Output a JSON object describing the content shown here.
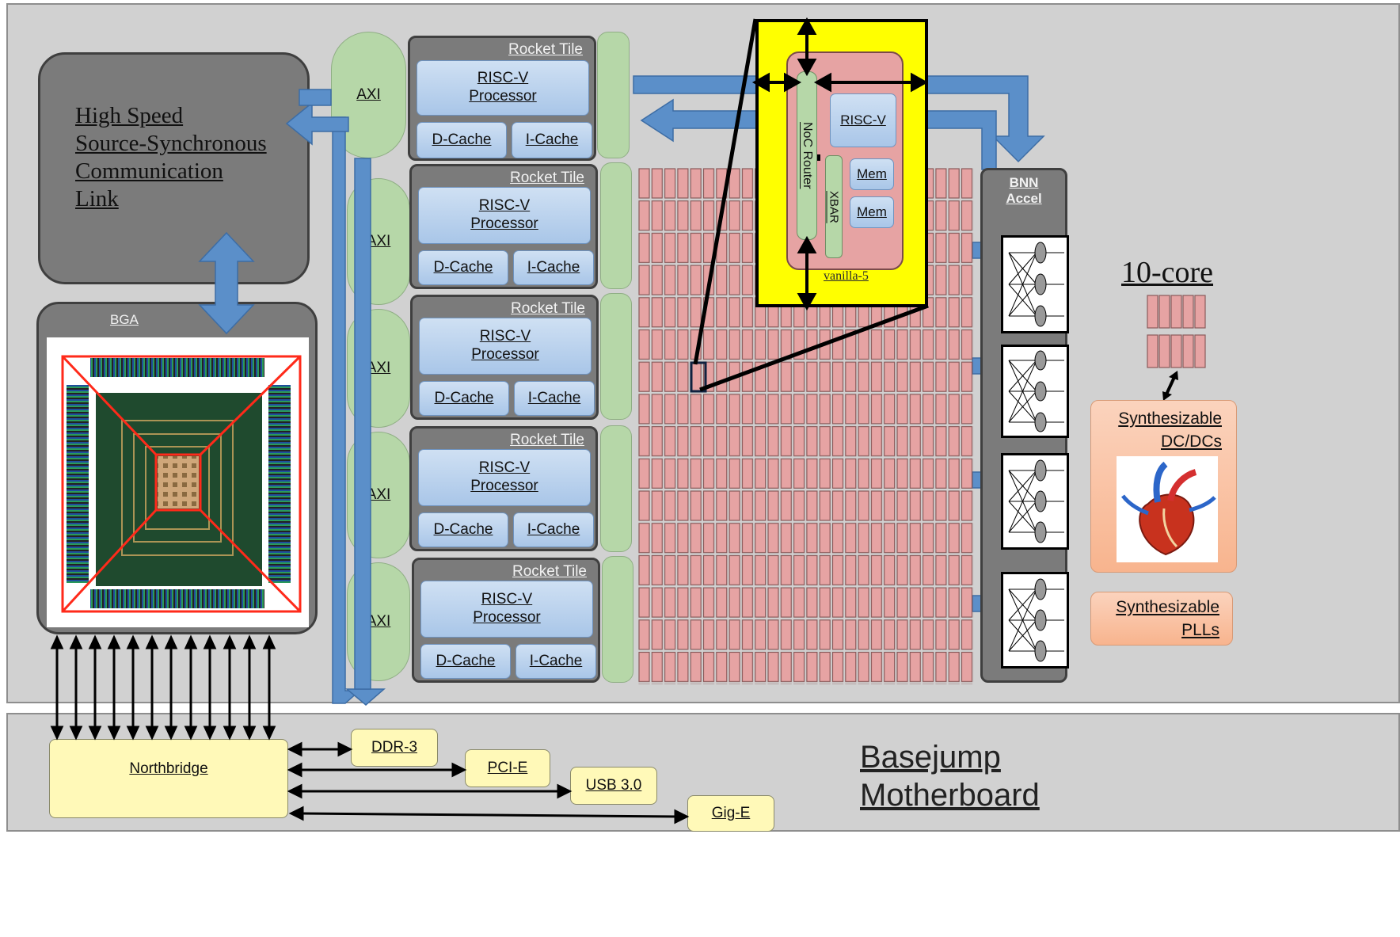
{
  "chip_labels": {
    "link_lines": [
      "High Speed",
      "Source-Synchronous",
      "Communication",
      "Link"
    ],
    "bga": "BGA",
    "axi": "AXI",
    "bnn_lines": [
      "BNN",
      "Accel"
    ],
    "ten_core": "10-core",
    "synth_dcdc_lines": [
      "Synthesizable",
      "DC/DCs"
    ],
    "synth_pll_lines": [
      "Synthesizable",
      "PLLs"
    ]
  },
  "rocket_tiles": [
    {
      "title": "Rocket Tile",
      "proc_lines": [
        "RISC-V",
        "Processor"
      ],
      "dcache": "D-Cache",
      "icache": "I-Cache"
    },
    {
      "title": "Rocket Tile",
      "proc_lines": [
        "RISC-V",
        "Processor"
      ],
      "dcache": "D-Cache",
      "icache": "I-Cache"
    },
    {
      "title": "Rocket Tile",
      "proc_lines": [
        "RISC-V",
        "Processor"
      ],
      "dcache": "D-Cache",
      "icache": "I-Cache"
    },
    {
      "title": "Rocket Tile",
      "proc_lines": [
        "RISC-V",
        "Processor"
      ],
      "dcache": "D-Cache",
      "icache": "I-Cache"
    },
    {
      "title": "Rocket Tile",
      "proc_lines": [
        "RISC-V",
        "Processor"
      ],
      "dcache": "D-Cache",
      "icache": "I-Cache"
    }
  ],
  "vanilla": {
    "noc_router": "NoC Router",
    "xbar": "XBAR",
    "riscv": "RISC-V",
    "mem1": "Mem",
    "mem2": "Mem",
    "label": "vanilla-5"
  },
  "motherboard": {
    "northbridge": "Northbridge",
    "ddr": "DDR-3",
    "pcie": "PCI-E",
    "usb": "USB 3.0",
    "gige": "Gig-E",
    "title_lines": [
      "Basejump",
      "Motherboard"
    ]
  },
  "colors": {
    "panel": "#d1d1d1",
    "gray_box": "#7b7b7b",
    "axi_green": "#b6d7a8",
    "manycore_pink": "#e6a3a3",
    "arrow_blue": "#5b8fc9",
    "highlight_yellow": "#ffff00",
    "northbridge_yellow": "#fff9b8",
    "dcdc_orange": "#f8b48e"
  },
  "icons": [
    "heart-image-icon",
    "bga-die-photo-icon",
    "neural-net-icon"
  ]
}
